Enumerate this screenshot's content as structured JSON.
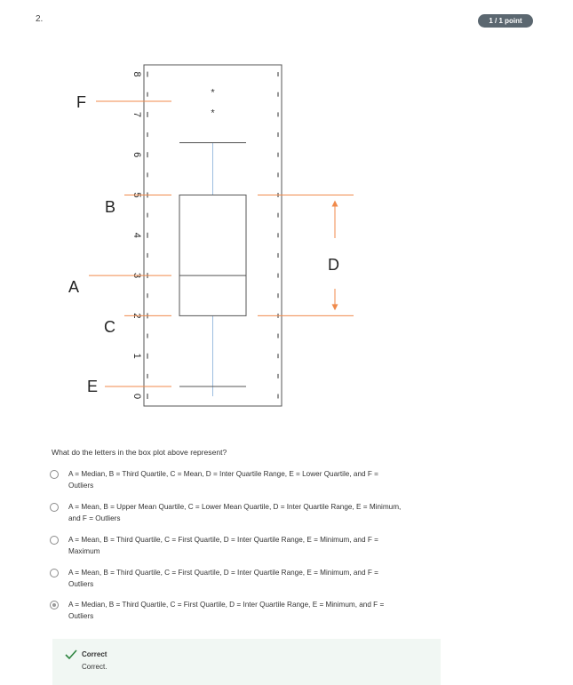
{
  "question_number": "2.",
  "score_badge": "1 / 1 point",
  "figure": {
    "y_ticks": [
      "0",
      "1",
      "2",
      "3",
      "4",
      "5",
      "6",
      "7",
      "8"
    ],
    "letters": {
      "F": "F",
      "B": "B",
      "A": "A",
      "C": "C",
      "E": "E",
      "D": "D"
    },
    "outlier_marker": "*",
    "chart_data": {
      "type": "box",
      "ylim": [
        0,
        8
      ],
      "minimum": 0,
      "first_quartile": 2,
      "median": 3,
      "third_quartile": 5,
      "maximum": 6.3,
      "outliers": [
        7.1,
        7.6
      ]
    },
    "colors": {
      "annotation": "#f08a4b",
      "whisker": "#9dbde0",
      "box": "#555555"
    }
  },
  "question": {
    "prompt": "What do the letters in the box plot above represent?",
    "options": [
      {
        "line1": "A = Median, B = Third Quartile, C = Mean, D = Inter Quartile Range, E = Lower Quartile, and F =",
        "line2": "Outliers",
        "selected": false
      },
      {
        "line1": "A = Mean, B = Upper Mean Quartile, C = Lower Mean Quartile, D = Inter Quartile Range, E = Minimum,",
        "line2": "and F = Outliers",
        "selected": false
      },
      {
        "line1": "A = Mean, B = Third Quartile, C = First Quartile, D = Inter Quartile Range, E = Minimum, and F =",
        "line2": "Maximum",
        "selected": false
      },
      {
        "line1": "A = Mean, B = Third Quartile, C = First Quartile, D = Inter Quartile Range, E = Minimum, and F =",
        "line2": "Outliers",
        "selected": false
      },
      {
        "line1": "A = Median, B = Third Quartile, C = First Quartile, D = Inter Quartile Range, E = Minimum, and F =",
        "line2": "Outliers",
        "selected": true
      }
    ]
  },
  "feedback": {
    "title": "Correct",
    "text": "Correct.",
    "color": "#2e8540"
  }
}
